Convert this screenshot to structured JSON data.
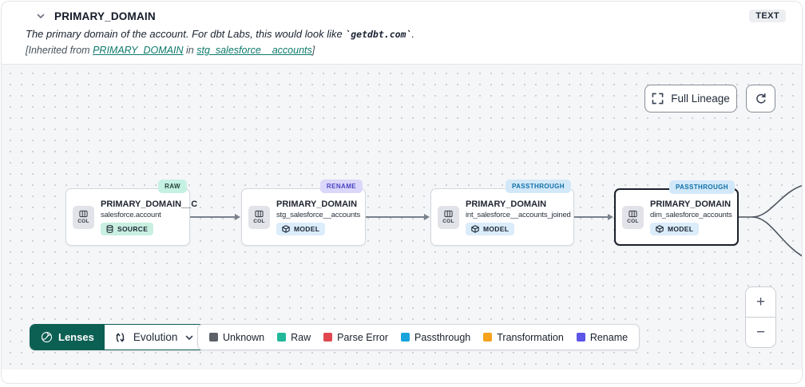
{
  "header": {
    "title": "PRIMARY_DOMAIN",
    "type_badge": "TEXT",
    "description": {
      "prefix": "The primary domain of the account. For dbt Labs, this would look like ",
      "code": "`getdbt.com`",
      "suffix": "."
    },
    "inherited": {
      "prefix": "[Inherited from ",
      "column_link": "PRIMARY_DOMAIN",
      "middle": " in ",
      "model_link": "stg_salesforce__accounts",
      "suffix": "]"
    }
  },
  "canvas": {
    "full_lineage_label": "Full Lineage",
    "zoom_in": "+",
    "zoom_out": "−",
    "nodes": [
      {
        "title": "PRIMARY_DOMAIN__C",
        "subtitle": "salesforce.account",
        "col_label": "COL",
        "resource_label": "SOURCE",
        "status_badge": "RAW"
      },
      {
        "title": "PRIMARY_DOMAIN",
        "subtitle": "stg_salesforce__accounts",
        "col_label": "COL",
        "resource_label": "MODEL",
        "status_badge": "RENAME"
      },
      {
        "title": "PRIMARY_DOMAIN",
        "subtitle": "int_salesforce__accounts_joined",
        "col_label": "COL",
        "resource_label": "MODEL",
        "status_badge": "PASSTHROUGH"
      },
      {
        "title": "PRIMARY_DOMAIN",
        "subtitle": "dim_salesforce_accounts",
        "col_label": "COL",
        "resource_label": "MODEL",
        "status_badge": "PASSTHROUGH"
      }
    ]
  },
  "footer": {
    "lenses_label": "Lenses",
    "lens_selected": "Evolution",
    "legend": [
      {
        "label": "Unknown",
        "color": "#5d6269"
      },
      {
        "label": "Raw",
        "color": "#21b899"
      },
      {
        "label": "Parse Error",
        "color": "#e1474f"
      },
      {
        "label": "Passthrough",
        "color": "#18a3dc"
      },
      {
        "label": "Transformation",
        "color": "#f6a21c"
      },
      {
        "label": "Rename",
        "color": "#5d55e7"
      }
    ]
  },
  "colors": {
    "accent_teal": "#0c7a6b",
    "lenses_bg": "#0c5f53",
    "status_raw_bg": "#c5f1e2",
    "status_rename_bg": "#dbd7fa",
    "status_passthrough_bg": "#d2e8f8",
    "canvas_bg": "#f5f6f8",
    "edge": "#7a828c"
  }
}
